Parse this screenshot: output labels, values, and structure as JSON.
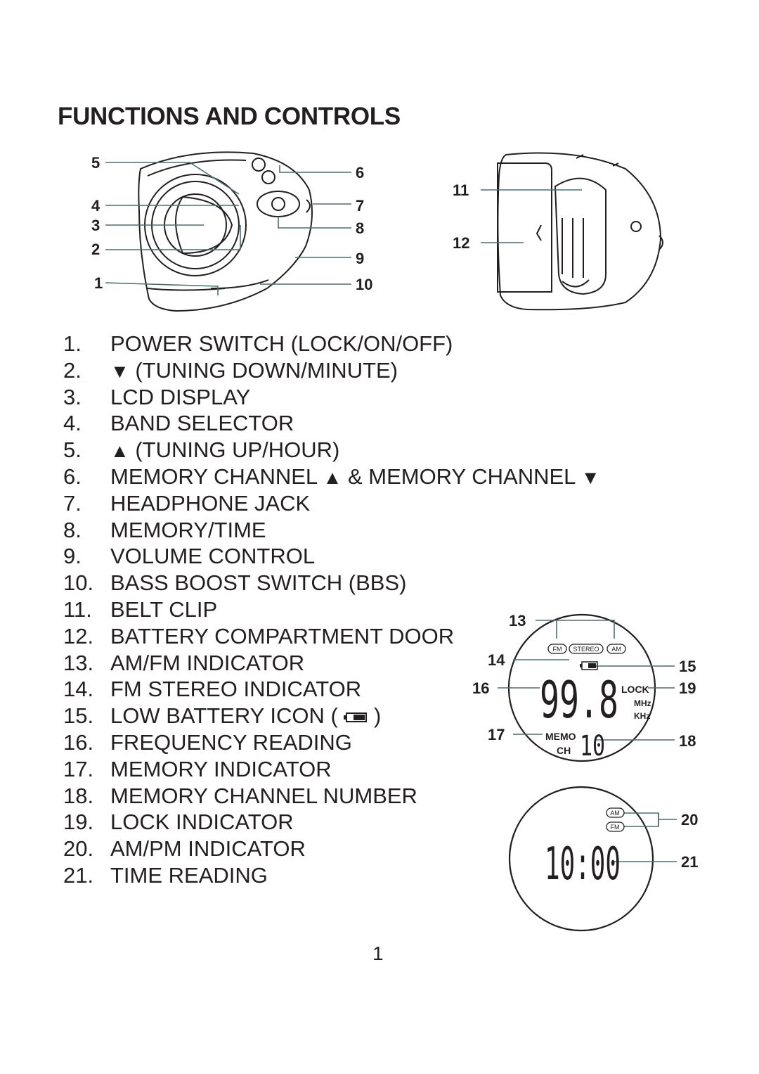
{
  "page": {
    "title": "FUNCTIONS AND CONTROLS",
    "page_number": "1"
  },
  "callouts": [
    "1",
    "2",
    "3",
    "4",
    "5",
    "6",
    "7",
    "8",
    "9",
    "10",
    "11",
    "12",
    "13",
    "14",
    "15",
    "16",
    "17",
    "18",
    "19",
    "20",
    "21"
  ],
  "items": [
    {
      "num": "1.",
      "text": "POWER SWITCH (LOCK/ON/OFF)"
    },
    {
      "num": "2.",
      "icon": "down-triangle-icon",
      "text": " (TUNING DOWN/MINUTE)"
    },
    {
      "num": "3.",
      "text": "LCD DISPLAY"
    },
    {
      "num": "4.",
      "text": "BAND SELECTOR"
    },
    {
      "num": "5.",
      "icon": "up-triangle-icon",
      "text": " (TUNING UP/HOUR)"
    },
    {
      "num": "6.",
      "text_a": "MEMORY CHANNEL ",
      "text_b": " &  MEMORY CHANNEL "
    },
    {
      "num": "7.",
      "text": "HEADPHONE JACK"
    },
    {
      "num": "8.",
      "text": "MEMORY/TIME"
    },
    {
      "num": "9.",
      "text": "VOLUME CONTROL"
    },
    {
      "num": "10.",
      "text": "BASS BOOST SWITCH (BBS)"
    },
    {
      "num": "11.",
      "text": "BELT CLIP"
    },
    {
      "num": "12.",
      "text": "BATTERY COMPARTMENT DOOR"
    },
    {
      "num": "13.",
      "text": "AM/FM INDICATOR"
    },
    {
      "num": "14.",
      "text": "FM STEREO INDICATOR"
    },
    {
      "num": "15.",
      "text_a": "LOW BATTERY ICON ( ",
      "text_b": " )",
      "icon": "battery-icon"
    },
    {
      "num": "16.",
      "text": "FREQUENCY READING"
    },
    {
      "num": "17.",
      "text": "MEMORY INDICATOR"
    },
    {
      "num": "18.",
      "text": "MEMORY CHANNEL NUMBER"
    },
    {
      "num": "19.",
      "text": "LOCK INDICATOR"
    },
    {
      "num": "20.",
      "text": "AM/PM INDICATOR"
    },
    {
      "num": "21.",
      "text": "TIME READING"
    }
  ],
  "radio_display": {
    "badges": [
      "FM",
      "STEREO",
      "AM"
    ],
    "frequency": "99.8",
    "lock": "LOCK",
    "units": [
      "MHz",
      "KHz"
    ],
    "memo": "MEMO",
    "ch": "CH",
    "channel": "10"
  },
  "clock_display": {
    "badges": [
      "AM",
      "FM"
    ],
    "time": "10:00"
  },
  "colors": {
    "text": "#231f20",
    "leader": "#4a6f6c"
  }
}
